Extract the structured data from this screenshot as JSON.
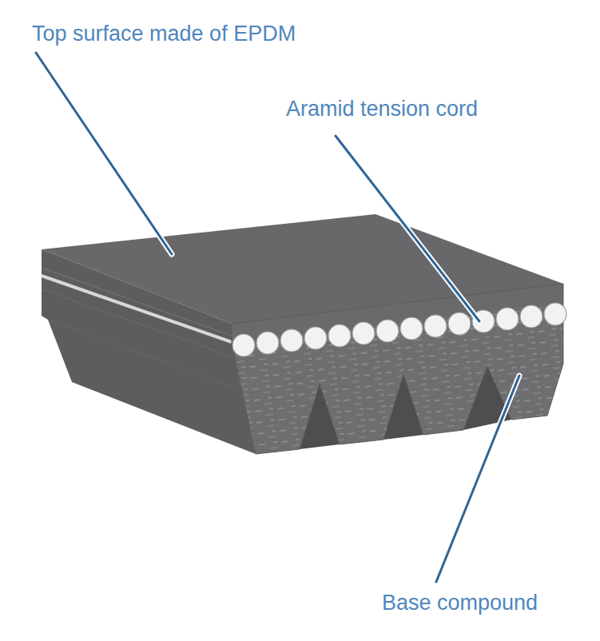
{
  "diagram": {
    "labels": [
      "Top surface made of EPDM",
      "Aramid tension cord",
      "Base compound"
    ]
  }
}
